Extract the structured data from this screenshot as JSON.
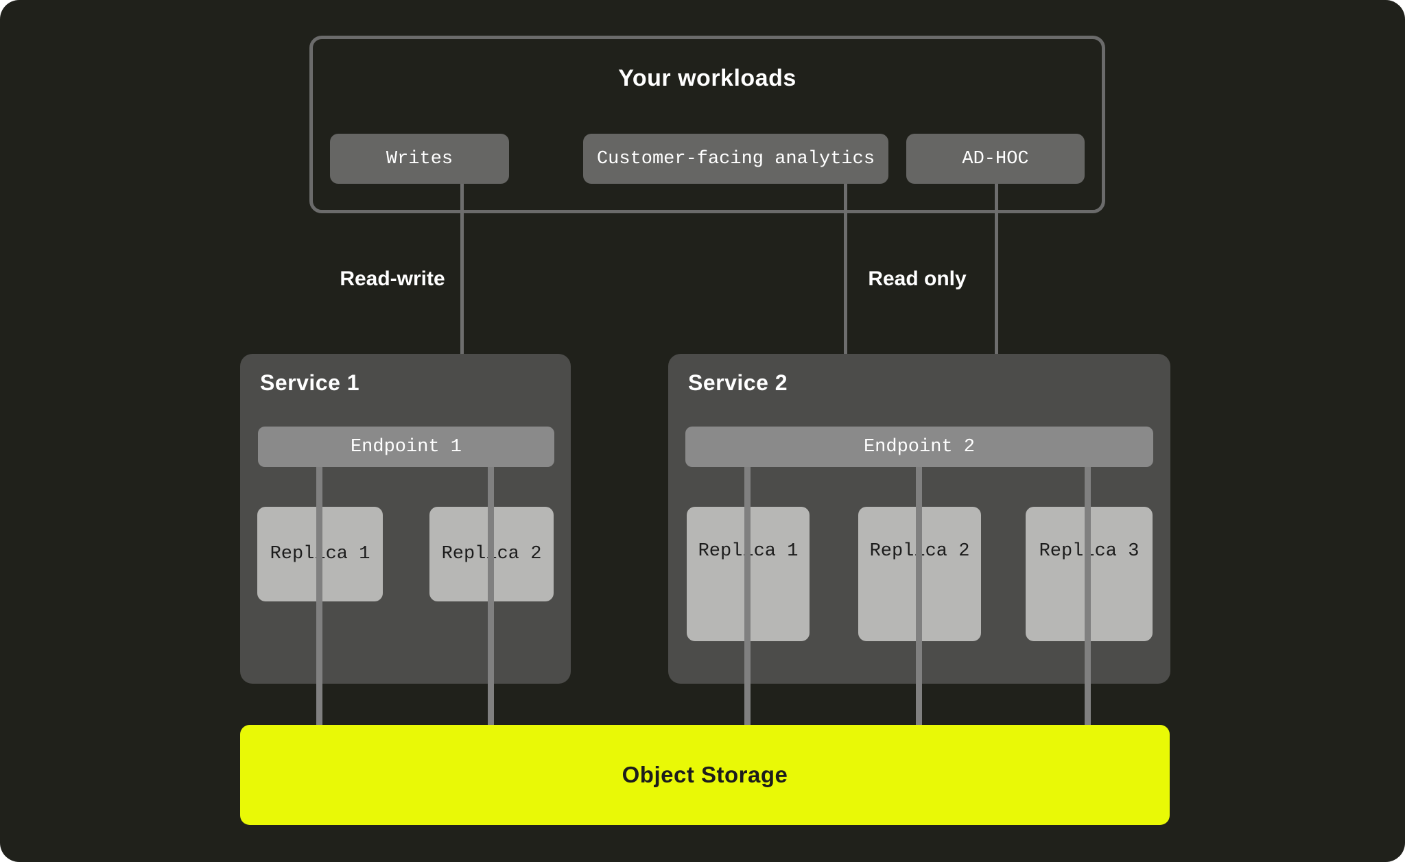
{
  "colors": {
    "background": "#20211b",
    "panel_border": "#6b6b6b",
    "chip_bg": "#666664",
    "service_box_bg": "#4c4c4a",
    "endpoint_bg": "#8a8a8a",
    "replica_bg": "#b7b7b5",
    "storage_bg": "#e9f906",
    "connector": "#808080",
    "arrow": "#6e6e6e",
    "text_light": "#ffffff",
    "text_dark": "#1c1c1c"
  },
  "workloads_panel": {
    "title": "Your workloads",
    "chips": [
      {
        "label": "Writes"
      },
      {
        "label": "Customer-facing analytics"
      },
      {
        "label": "AD-HOC"
      }
    ]
  },
  "edge_labels": {
    "read_write": "Read-write",
    "read_only": "Read only"
  },
  "services": [
    {
      "title": "Service 1",
      "endpoint": "Endpoint 1",
      "replicas": [
        "Replica 1",
        "Replica 2"
      ]
    },
    {
      "title": "Service 2",
      "endpoint": "Endpoint 2",
      "replicas": [
        "Replica 1",
        "Replica 2",
        "Replica 3"
      ]
    }
  ],
  "storage": {
    "label": "Object Storage"
  }
}
